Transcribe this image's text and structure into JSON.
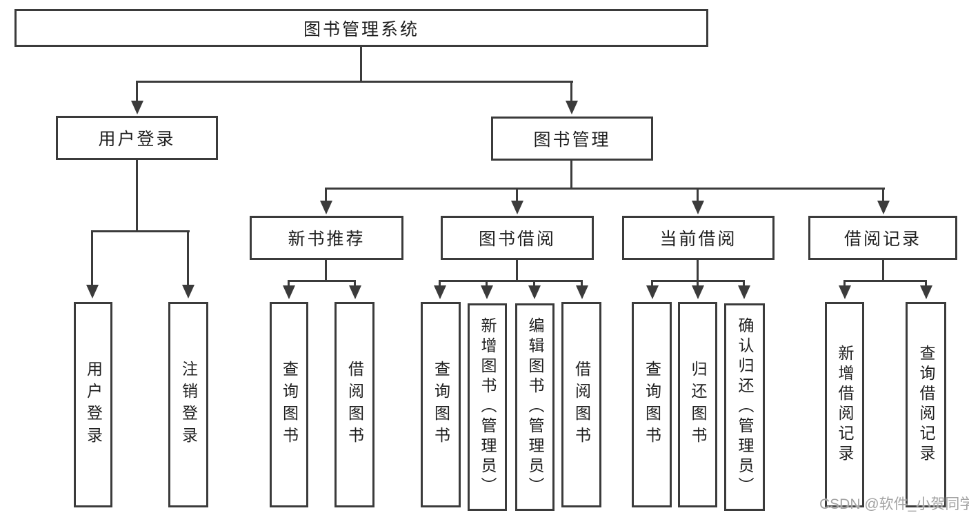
{
  "diagram": {
    "type": "hierarchy-tree",
    "tree": {
      "root": {
        "label": "图书管理系统"
      },
      "children": [
        {
          "label": "用户登录",
          "children": [
            {
              "label": "用户登录"
            },
            {
              "label": "注销登录"
            }
          ]
        },
        {
          "label": "图书管理",
          "children": [
            {
              "label": "新书推荐",
              "children": [
                {
                  "label": "查询图书"
                },
                {
                  "label": "借阅图书"
                }
              ]
            },
            {
              "label": "图书借阅",
              "children": [
                {
                  "label": "查询图书"
                },
                {
                  "label": "新增图书（管理员）"
                },
                {
                  "label": "编辑图书（管理员）"
                },
                {
                  "label": "借阅图书"
                }
              ]
            },
            {
              "label": "当前借阅",
              "children": [
                {
                  "label": "查询图书"
                },
                {
                  "label": "归还图书"
                },
                {
                  "label": "确认归还（管理员）"
                }
              ]
            },
            {
              "label": "借阅记录",
              "children": [
                {
                  "label": "新增借阅记录"
                },
                {
                  "label": "查询借阅记录"
                }
              ]
            }
          ]
        }
      ]
    }
  },
  "watermark": {
    "text": "CSDN @软件_小贺同学"
  },
  "colors": {
    "line": "#3b3b3b",
    "text": "#1f1f1f",
    "watermark": "#a3a3a3",
    "background": "#ffffff"
  }
}
